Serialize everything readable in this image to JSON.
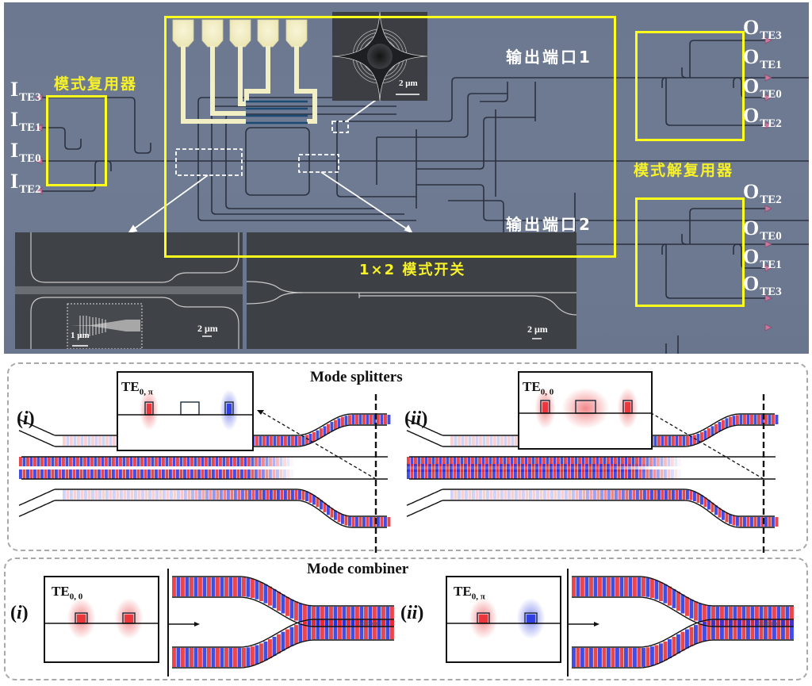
{
  "chip_image": {
    "labels": {
      "mux": "模式复用器",
      "demux": "模式解复用器",
      "output_port_1": "输出端口1",
      "output_port_2": "输出端口2",
      "switch": "1×2 模式开关"
    },
    "input_ports": [
      {
        "letter": "I",
        "mode": "TE3"
      },
      {
        "letter": "I",
        "mode": "TE1"
      },
      {
        "letter": "I",
        "mode": "TE0"
      },
      {
        "letter": "I",
        "mode": "TE2"
      }
    ],
    "output_ports_group_1": [
      {
        "letter": "O",
        "mode": "TE3"
      },
      {
        "letter": "O",
        "mode": "TE1"
      },
      {
        "letter": "O",
        "mode": "TE0"
      },
      {
        "letter": "O",
        "mode": "TE2"
      }
    ],
    "output_ports_group_2": [
      {
        "letter": "O",
        "mode": "TE2"
      },
      {
        "letter": "O",
        "mode": "TE0"
      },
      {
        "letter": "O",
        "mode": "TE1"
      },
      {
        "letter": "O",
        "mode": "TE3"
      }
    ],
    "electrode_pads": 5,
    "insets": {
      "grating_scale": "2 μm",
      "splitter_scale": "2 μm",
      "splitter_detail_scale": "1 μm",
      "switch_scale": "2 μm"
    },
    "colors": {
      "highlight": "#ffff1e",
      "chip_background": "#6e7a92",
      "electrode": "#f3efc4",
      "waveguide": "#2b3140",
      "port": "#c9789e"
    }
  },
  "mode_splitters": {
    "title": "Mode splitters",
    "panels": [
      {
        "roman": "i",
        "mode_label": "TE",
        "mode_sub": "0, π",
        "left_field": "red",
        "center_field": "none",
        "right_field": "blue"
      },
      {
        "roman": "ii",
        "mode_label": "TE",
        "mode_sub": "0, 0",
        "left_field": "red",
        "center_field": "weak",
        "right_field": "red"
      }
    ]
  },
  "mode_combiner": {
    "title": "Mode combiner",
    "panels": [
      {
        "roman": "i",
        "mode_label": "TE",
        "mode_sub": "0, 0",
        "left_field": "red",
        "right_field": "red"
      },
      {
        "roman": "ii",
        "mode_label": "TE",
        "mode_sub": "0, π",
        "left_field": "red",
        "right_field": "blue"
      }
    ]
  },
  "field_colors": {
    "positive": "#e8262a",
    "negative": "#1f2fe0"
  }
}
